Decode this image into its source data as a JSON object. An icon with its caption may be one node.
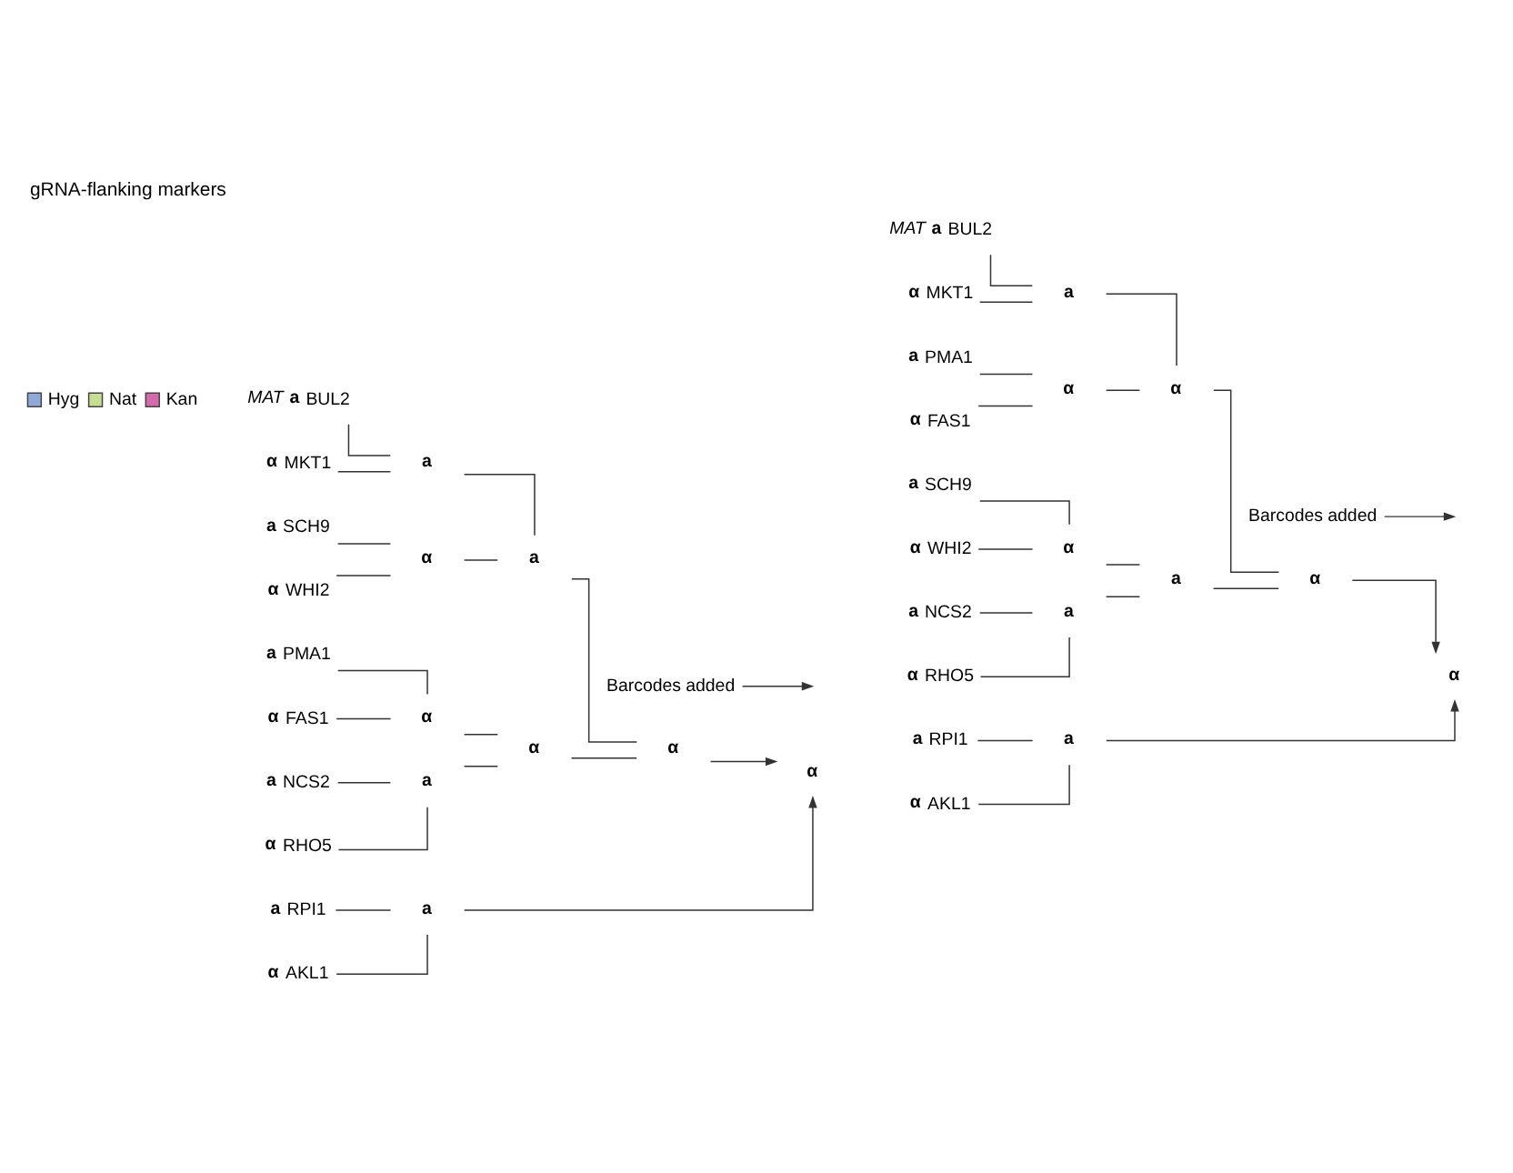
{
  "diagram": {
    "title": "gRNA-flanking markers",
    "nodes": [
      {
        "text": [
          "MAT",
          "a",
          "BUL2"
        ]
      },
      {
        "text": [
          "α",
          "MKT1"
        ]
      },
      {
        "text": [
          "a",
          "SCH9"
        ]
      },
      {
        "text": [
          "α",
          "WHI2"
        ]
      },
      {
        "text": [
          "a",
          "PMA1"
        ]
      },
      {
        "text": [
          "α",
          "FAS1"
        ]
      },
      {
        "text": [
          "a",
          "NCS2"
        ]
      },
      {
        "text": [
          "α",
          "RHO5"
        ]
      },
      {
        "text": [
          "a",
          "RPI1"
        ]
      },
      {
        "text": [
          "α",
          "AKL1"
        ]
      },
      {
        "text": [
          "a"
        ]
      },
      {
        "text": [
          "α"
        ]
      },
      {
        "text": [
          "a"
        ]
      },
      {
        "text": [
          "α"
        ]
      },
      {
        "text": [
          "a"
        ]
      },
      {
        "text": [
          "α"
        ]
      },
      {
        "text": [
          "α"
        ]
      },
      {
        "text": [
          "a"
        ]
      },
      {
        "text": [
          "α"
        ]
      },
      {
        "text": [
          "Barcodes added"
        ]
      },
      {
        "text": [
          "MAT",
          "a",
          "BUL2"
        ]
      },
      {
        "text": [
          "α",
          "MKT1"
        ]
      },
      {
        "text": [
          "a",
          "PMA1"
        ]
      },
      {
        "text": [
          "α",
          "FAS1"
        ]
      },
      {
        "text": [
          "a",
          "SCH9"
        ]
      },
      {
        "text": [
          "α",
          "WHI2"
        ]
      },
      {
        "text": [
          "a",
          "NCS2"
        ]
      },
      {
        "text": [
          "α",
          "RHO5"
        ]
      },
      {
        "text": [
          "a",
          "RPI1"
        ]
      },
      {
        "text": [
          "α",
          "AKL1"
        ]
      },
      {
        "text": [
          "a"
        ]
      },
      {
        "text": [
          "α"
        ]
      },
      {
        "text": [
          "α"
        ]
      },
      {
        "text": [
          "α"
        ]
      },
      {
        "text": [
          "a"
        ]
      },
      {
        "text": [
          "a"
        ]
      },
      {
        "text": [
          "α"
        ]
      },
      {
        "text": [
          "a"
        ]
      },
      {
        "text": [
          "α"
        ]
      },
      {
        "text": [
          "Barcodes added"
        ]
      }
    ],
    "edges": [
      {
        "from": 0,
        "to": 10,
        "arrow": "none"
      },
      {
        "from": 1,
        "to": 10,
        "arrow": "none"
      },
      {
        "from": 2,
        "to": 11,
        "arrow": "none"
      },
      {
        "from": 3,
        "to": 11,
        "arrow": "none"
      },
      {
        "from": 10,
        "to": 12,
        "arrow": "none"
      },
      {
        "from": 11,
        "to": 12,
        "arrow": "none"
      },
      {
        "from": 4,
        "to": 13,
        "arrow": "none"
      },
      {
        "from": 5,
        "to": 13,
        "arrow": "none"
      },
      {
        "from": 6,
        "to": 14,
        "arrow": "none"
      },
      {
        "from": 7,
        "to": 14,
        "arrow": "none"
      },
      {
        "from": 13,
        "to": 15,
        "arrow": "none"
      },
      {
        "from": 14,
        "to": 15,
        "arrow": "none"
      },
      {
        "from": 12,
        "to": 16,
        "arrow": "none"
      },
      {
        "from": 15,
        "to": 16,
        "arrow": "none"
      },
      {
        "from": 8,
        "to": 17,
        "arrow": "none"
      },
      {
        "from": 9,
        "to": 17,
        "arrow": "none"
      },
      {
        "from": 16,
        "to": 18,
        "arrow": "to"
      },
      {
        "from": 17,
        "to": 18,
        "arrow": "to"
      },
      {
        "from": 19,
        "to": null,
        "arrow": "to"
      },
      {
        "from": 20,
        "to": 30,
        "arrow": "none"
      },
      {
        "from": 21,
        "to": 30,
        "arrow": "none"
      },
      {
        "from": 22,
        "to": 31,
        "arrow": "none"
      },
      {
        "from": 23,
        "to": 31,
        "arrow": "none"
      },
      {
        "from": 30,
        "to": 32,
        "arrow": "none"
      },
      {
        "from": 31,
        "to": 32,
        "arrow": "none"
      },
      {
        "from": 24,
        "to": 33,
        "arrow": "none"
      },
      {
        "from": 25,
        "to": 33,
        "arrow": "none"
      },
      {
        "from": 26,
        "to": 34,
        "arrow": "none"
      },
      {
        "from": 27,
        "to": 34,
        "arrow": "none"
      },
      {
        "from": 33,
        "to": 35,
        "arrow": "none"
      },
      {
        "from": 34,
        "to": 35,
        "arrow": "none"
      },
      {
        "from": 32,
        "to": 36,
        "arrow": "none"
      },
      {
        "from": 35,
        "to": 36,
        "arrow": "none"
      },
      {
        "from": 28,
        "to": 37,
        "arrow": "none"
      },
      {
        "from": 29,
        "to": 37,
        "arrow": "none"
      },
      {
        "from": 36,
        "to": 38,
        "arrow": "to"
      },
      {
        "from": 37,
        "to": 38,
        "arrow": "to"
      },
      {
        "from": 39,
        "to": null,
        "arrow": "to"
      }
    ],
    "legend": [
      {
        "text": "Hyg",
        "color": "#8fa9d9"
      },
      {
        "text": "Nat",
        "color": "#c6de92"
      },
      {
        "text": "Kan",
        "color": "#d46aab"
      }
    ]
  }
}
